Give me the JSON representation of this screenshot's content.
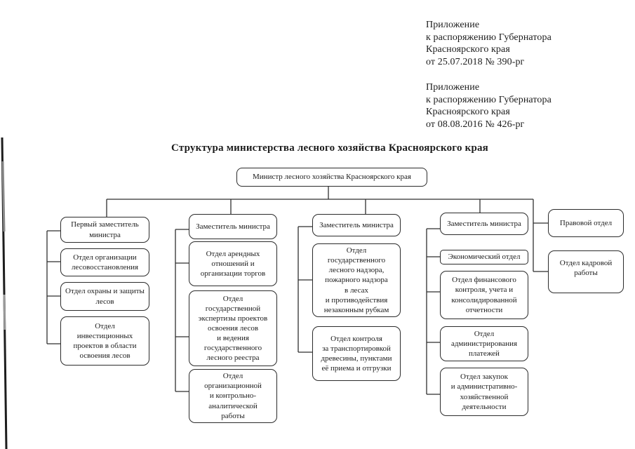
{
  "document": {
    "appendix_blocks": [
      {
        "text": "Приложение\nк распоряжению Губернатора\nКрасноярского края\nот 25.07.2018 № 390-рг"
      },
      {
        "text": "Приложение\nк распоряжению Губернатора\nКрасноярского края\nот 08.08.2016 № 426-рг"
      }
    ],
    "title": "Структура министерства лесного хозяйства Красноярского края"
  },
  "org": {
    "minister": "Министр лесного хозяйства Красноярского края",
    "col1": {
      "head": "Первый заместитель\nминистра",
      "b1": "Отдел организации\nлесовосстановления",
      "b2": "Отдел охраны и защиты\nлесов",
      "b3": "Отдел\nинвестиционных\nпроектов в области\nосвоения лесов"
    },
    "col2": {
      "head": "Заместитель министра",
      "b1": "Отдел арендных\nотношений и\nорганизации торгов",
      "b2": "Отдел\nгосударственной\nэкспертизы проектов\nосвоения лесов\nи ведения\nгосударственного\nлесного реестра",
      "b3": "Отдел\nорганизационной\nи контрольно-\nаналитической\nработы"
    },
    "col3": {
      "head": "Заместитель министра",
      "b1": "Отдел\nгосударственного\nлесного надзора,\nпожарного надзора\nв лесах\nи противодействия\nнезаконным рубкам",
      "b2": "Отдел контроля\nза транспортировкой\nдревесины, пунктами\nеё приема и отгрузки"
    },
    "col4": {
      "head": "Заместитель министра",
      "b1": "Экономический отдел",
      "b2": "Отдел финансового\nконтроля, учета и\nконсолидированной\nотчетности",
      "b3": "Отдел\nадминистрирования\nплатежей",
      "b4": "Отдел закупок\nи административно-\nхозяйственной\nдеятельности"
    },
    "col5": {
      "b1": "Правовой отдел",
      "b2": "Отдел кадровой\nработы"
    }
  }
}
